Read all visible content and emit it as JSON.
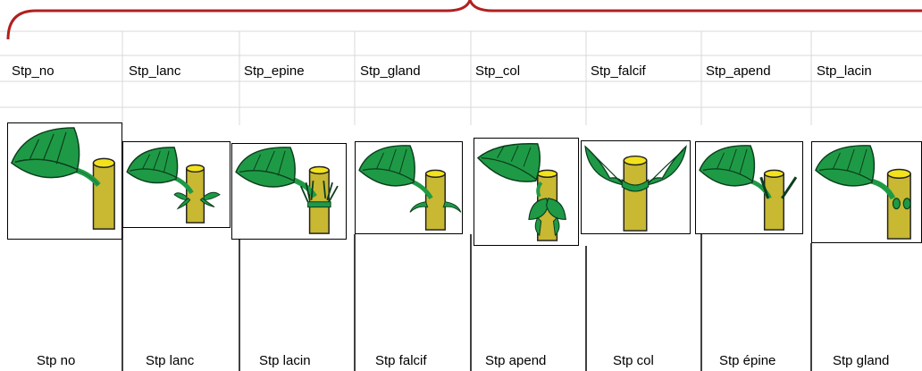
{
  "header_labels": [
    "Stp_no",
    "Stp_lanc",
    "Stp_epine",
    "Stp_gland",
    "Stp_col",
    "Stp_falcif",
    "Stp_apend",
    "Stp_lacin"
  ],
  "footer_labels": [
    "Stp  no",
    "Stp  lanc",
    "Stp  lacin",
    "Stp  falcif",
    "Stp  apend",
    "Stp  col",
    "Stp  épine",
    "Stp  gland"
  ],
  "illustrations": [
    "stipule-none-icon",
    "stipule-lanceolate-icon",
    "stipule-laciniate-icon",
    "stipule-falcate-icon",
    "stipule-appendage-icon",
    "stipule-collar-icon",
    "stipule-spine-icon",
    "stipule-gland-icon"
  ],
  "colors": {
    "bracket": "#b02020",
    "leaf": "#1e9a46",
    "leaf_vein": "#0b3d1c",
    "stem": "#c8b832",
    "stem_top": "#f2e21c",
    "grid": "#d9d9d9"
  }
}
